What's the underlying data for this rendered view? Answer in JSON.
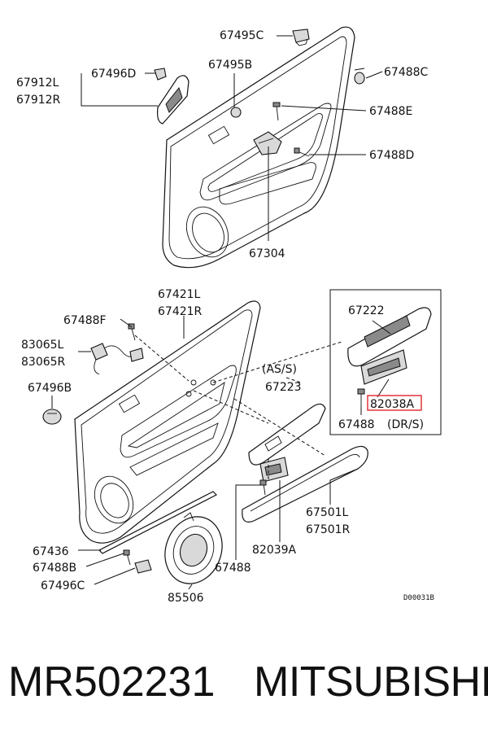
{
  "labels": {
    "l67495C": "67495C",
    "l67496D": "67496D",
    "l67495B": "67495B",
    "l67488C": "67488C",
    "l67912L": "67912L",
    "l67912R": "67912R",
    "l67488E": "67488E",
    "l67488D": "67488D",
    "l67304": "67304",
    "l67421L": "67421L",
    "l67421R": "67421R",
    "l67488F": "67488F",
    "l83065L": "83065L",
    "l83065R": "83065R",
    "l67496B": "67496B",
    "l67222": "67222",
    "l82038A": "82038A",
    "l67488dr": "67488",
    "ldrs": "(DR/S)",
    "lass": "(AS/S)",
    "l67223": "67223",
    "l67501L": "67501L",
    "l67501R": "67501R",
    "l82039A": "82039A",
    "l67436": "67436",
    "l67488B": "67488B",
    "l67496C": "67496C",
    "l67488": "67488",
    "l85506": "85506",
    "code": "D00031B"
  },
  "footer": {
    "part_number": "MR502231",
    "brand": "MITSUBISHI"
  },
  "colors": {
    "highlight": "#e0262b",
    "ink": "#111111"
  }
}
